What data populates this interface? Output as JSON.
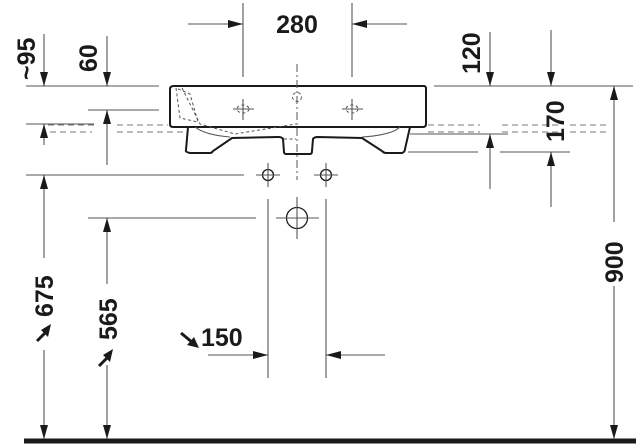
{
  "drawing": {
    "type": "technical-dimension-drawing",
    "subject": "washbasin wall-mount front elevation",
    "units": "mm",
    "colors": {
      "line": "#555555",
      "outline": "#1a1a1a",
      "floor": "#1a1a1a",
      "background": "#ffffff"
    }
  },
  "dimensions": {
    "tap_hole_spacing": "280",
    "overflow_depth": "~95",
    "bowl_offset": "60",
    "rim_to_mount": "120",
    "mount_to_trap": "170",
    "rim_height": "900",
    "supply_height": "675",
    "drain_height": "565",
    "supply_spacing": "150"
  },
  "markers": {
    "supply_arrow": "↗",
    "drain_arrow": "↗",
    "spacing_arrow": "↘"
  }
}
